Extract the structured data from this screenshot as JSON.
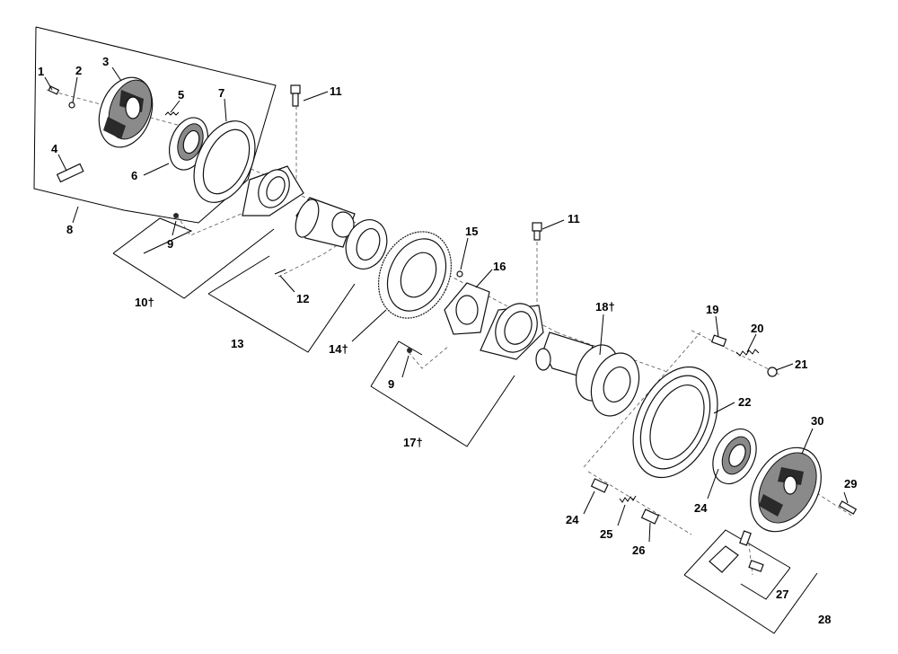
{
  "diagram": {
    "labels": [
      {
        "key": "1",
        "text": "1"
      },
      {
        "key": "2",
        "text": "2"
      },
      {
        "key": "3",
        "text": "3"
      },
      {
        "key": "4",
        "text": "4"
      },
      {
        "key": "5",
        "text": "5"
      },
      {
        "key": "6",
        "text": "6"
      },
      {
        "key": "7",
        "text": "7"
      },
      {
        "key": "8",
        "text": "8"
      },
      {
        "key": "9a",
        "text": "9"
      },
      {
        "key": "10",
        "text": "10†"
      },
      {
        "key": "11a",
        "text": "11"
      },
      {
        "key": "12",
        "text": "12"
      },
      {
        "key": "13",
        "text": "13"
      },
      {
        "key": "14",
        "text": "14†"
      },
      {
        "key": "15",
        "text": "15"
      },
      {
        "key": "16",
        "text": "16"
      },
      {
        "key": "9b",
        "text": "9"
      },
      {
        "key": "17",
        "text": "17†"
      },
      {
        "key": "11b",
        "text": "11"
      },
      {
        "key": "18",
        "text": "18†"
      },
      {
        "key": "19",
        "text": "19"
      },
      {
        "key": "20",
        "text": "20"
      },
      {
        "key": "21",
        "text": "21"
      },
      {
        "key": "22",
        "text": "22"
      },
      {
        "key": "30",
        "text": "30"
      },
      {
        "key": "29",
        "text": "29"
      },
      {
        "key": "24a",
        "text": "24"
      },
      {
        "key": "25",
        "text": "25"
      },
      {
        "key": "26",
        "text": "26"
      },
      {
        "key": "24b",
        "text": "24"
      },
      {
        "key": "27",
        "text": "27"
      },
      {
        "key": "28",
        "text": "28"
      }
    ]
  }
}
